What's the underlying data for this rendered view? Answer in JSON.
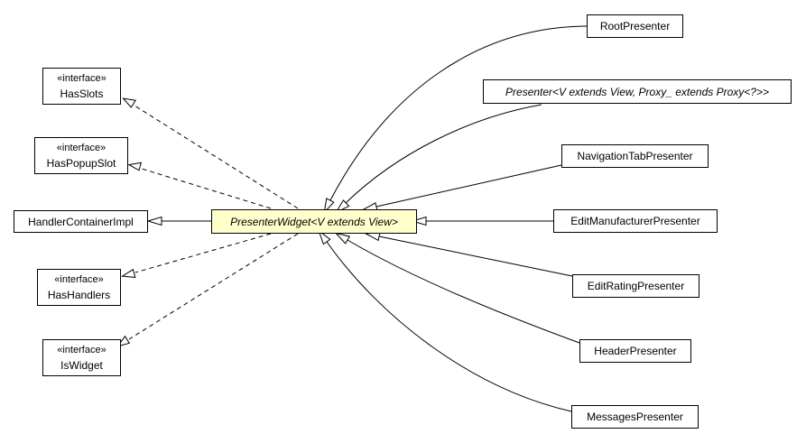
{
  "center": {
    "label": "PresenterWidget<V extends View>",
    "fill": "#ffffcc"
  },
  "left": {
    "stereotype": "«interface»",
    "has_slots": "HasSlots",
    "has_popup_slot": "HasPopupSlot",
    "handler_container_impl": "HandlerContainerImpl",
    "has_handlers": "HasHandlers",
    "is_widget": "IsWidget"
  },
  "right": {
    "root_presenter": "RootPresenter",
    "presenter": "Presenter<V extends View, Proxy_ extends Proxy<?>>",
    "navigation_tab_presenter": "NavigationTabPresenter",
    "edit_manufacturer_presenter": "EditManufacturerPresenter",
    "edit_rating_presenter": "EditRatingPresenter",
    "header_presenter": "HeaderPresenter",
    "messages_presenter": "MessagesPresenter"
  }
}
